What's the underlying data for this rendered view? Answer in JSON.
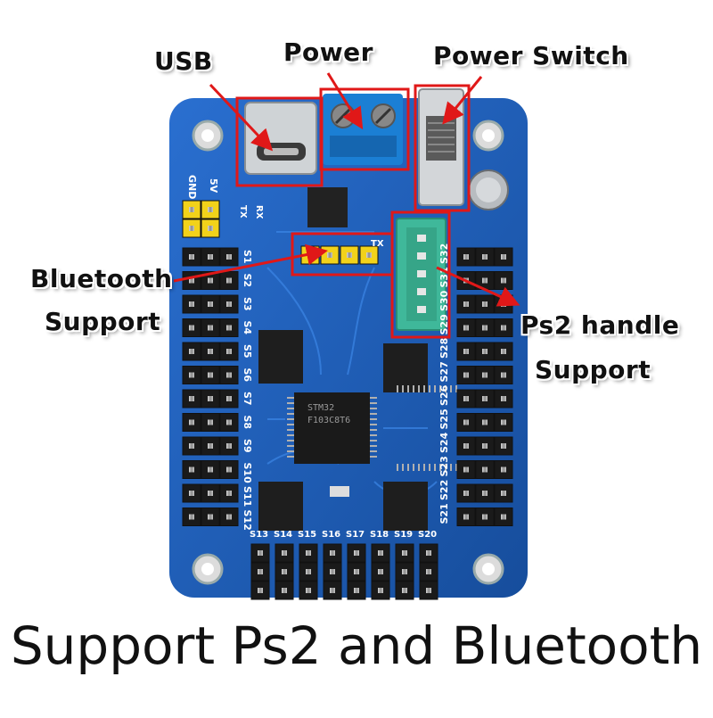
{
  "labels": {
    "usb": "USB",
    "power": "Power",
    "power_switch": "Power Switch",
    "bluetooth_line1": "Bluetooth",
    "bluetooth_line2": "Support",
    "ps2_line1": "Ps2 handle",
    "ps2_line2": "Support"
  },
  "caption": "Support Ps2 and Bluetooth",
  "silkscreen": {
    "left_servo": [
      "S1",
      "S2",
      "S3",
      "S4",
      "S5",
      "S6",
      "S7",
      "S8",
      "S9",
      "S10",
      "S11",
      "S12"
    ],
    "right_servo": [
      "S21",
      "S22",
      "S23",
      "S24",
      "S25",
      "S26",
      "S27",
      "S28",
      "S29",
      "S30",
      "S31",
      "S32"
    ],
    "bottom_servo": [
      "S13",
      "S14",
      "S15",
      "S16",
      "S17",
      "S18",
      "S19",
      "S20"
    ],
    "gnd": "GND",
    "five_v": "5V",
    "tx": "TX",
    "rx": "RX",
    "tx2": "TX",
    "mcu_brand": "STM32",
    "mcu_part": "F103C8T6"
  },
  "colors": {
    "pcb": "#1f5fb8",
    "callout_box": "#e01818",
    "header_yellow": "#f2d21a",
    "ps2_connector": "#3fb89a",
    "terminal_block": "#1b7fd4"
  }
}
